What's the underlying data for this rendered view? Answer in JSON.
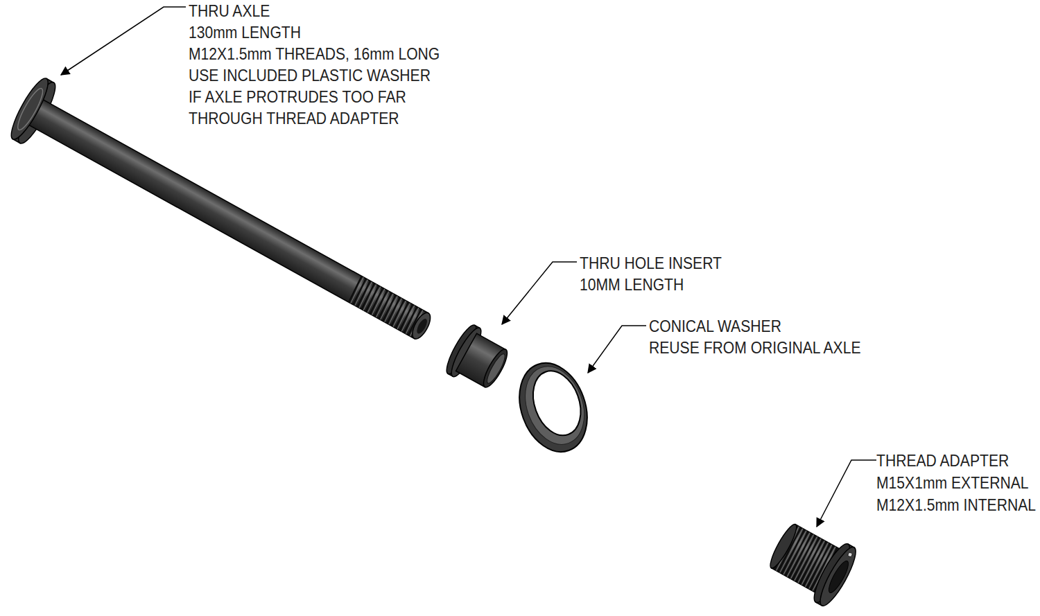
{
  "diagram": {
    "labels": [
      "THRU AXLE",
      "130mm LENGTH",
      "M12X1.5mm THREADS, 16mm LONG",
      "USE INCLUDED PLASTIC WASHER",
      "IF AXLE PROTRUDES TOO FAR",
      "THROUGH THREAD ADAPTER",
      "THRU HOLE INSERT",
      "10MM LENGTH",
      "CONICAL WASHER",
      "REUSE FROM ORIGINAL AXLE",
      "THREAD ADAPTER",
      "M15X1mm EXTERNAL",
      "M12X1.5mm INTERNAL"
    ]
  }
}
